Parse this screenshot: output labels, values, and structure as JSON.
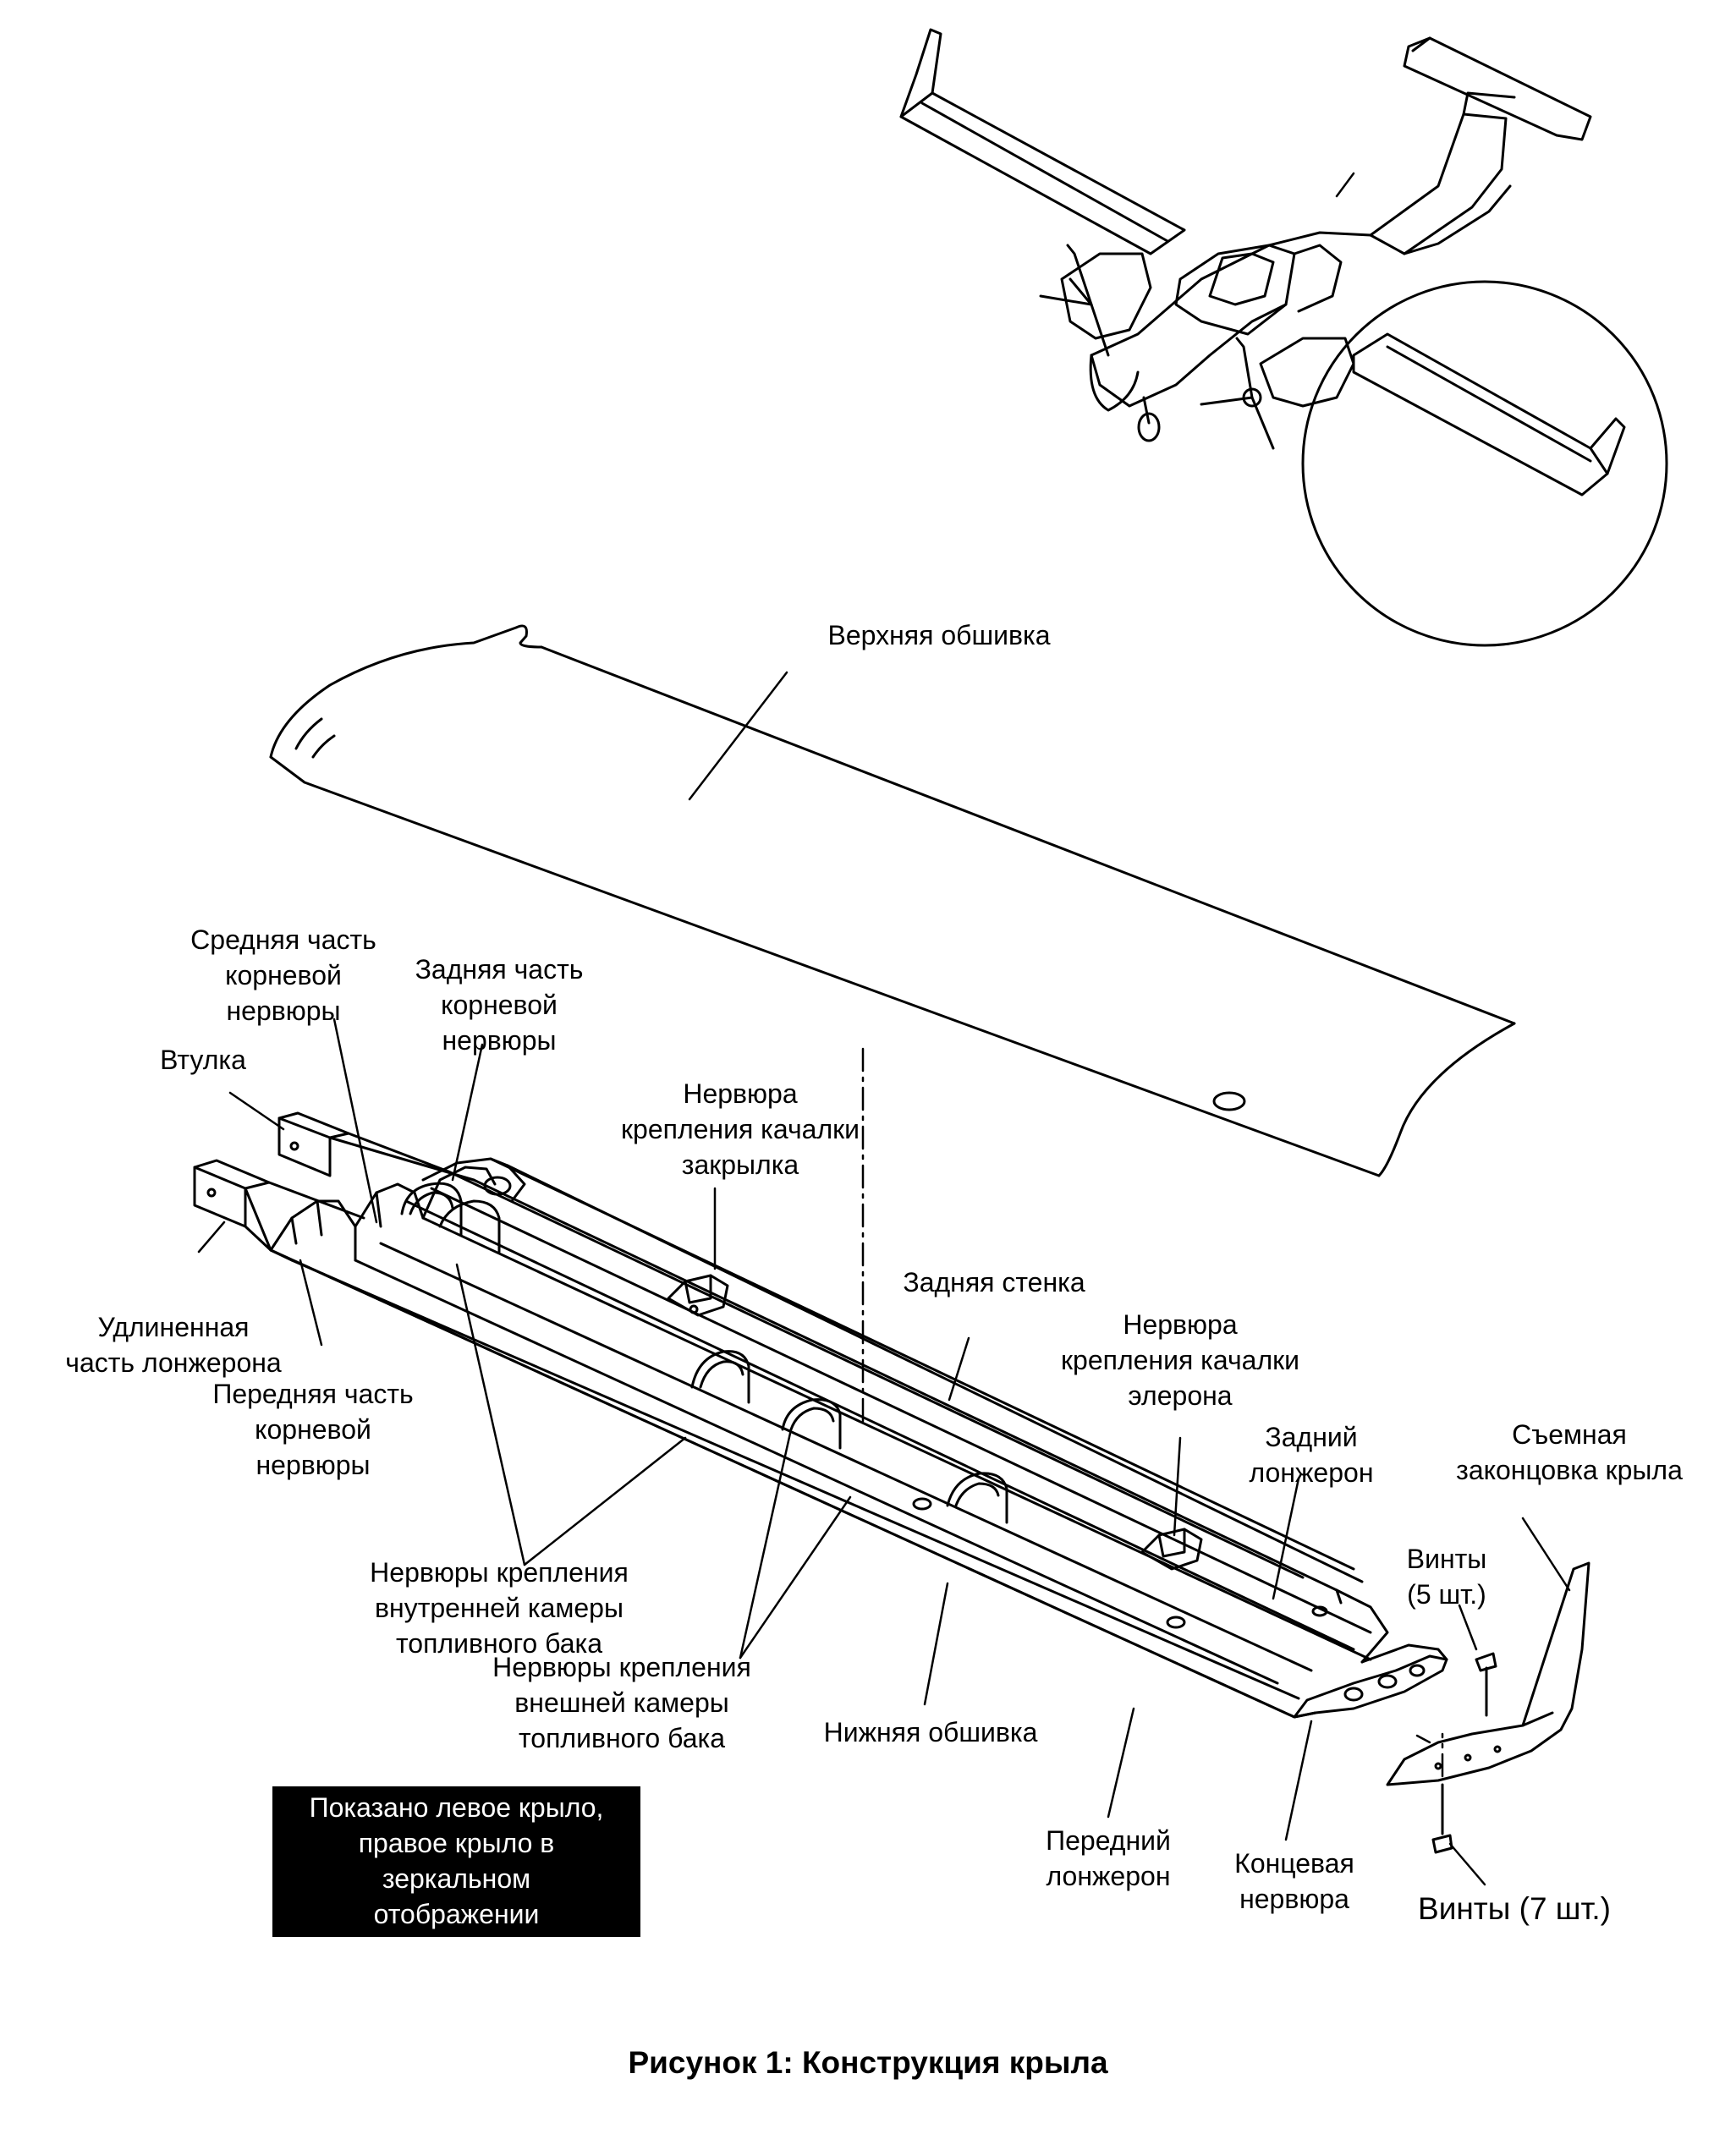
{
  "labels": {
    "upper_skin": "Верхняя обшивка",
    "root_rib_middle": "Средняя часть\nкорневой\nнервюры",
    "root_rib_rear": "Задняя часть\nкорневой\nнервюры",
    "bushing": "Втулка",
    "flap_bellcrank_rib": "Нервюра\nкрепления качалки\nзакрылка",
    "rear_web": "Задняя стенка",
    "aileron_bellcrank_rib": "Нервюра\nкрепления качалки\nэлерона",
    "spar_extension": "Удлиненная\nчасть лонжерона",
    "root_rib_front": "Передняя часть\nкорневой\nнервюры",
    "rear_spar": "Задний\nлонжерон",
    "removable_wingtip": "Съемная\nзаконцовка крыла",
    "screws_5": "Винты\n(5 шт.)",
    "inner_tank_ribs": "Нервюры крепления\nвнутренней камеры\nтопливного бака",
    "outer_tank_ribs": "Нервюры крепления\nвнешней камеры\nтопливного бака",
    "lower_skin": "Нижняя обшивка",
    "front_spar": "Передний\nлонжерон",
    "tip_rib": "Концевая\nнервюра",
    "screws_7": "Винты (7 шт.)"
  },
  "note": "Показано левое крыло,\nправое крыло в\nзеркальном\nотображении",
  "caption": "Рисунок 1: Конструкция крыла"
}
